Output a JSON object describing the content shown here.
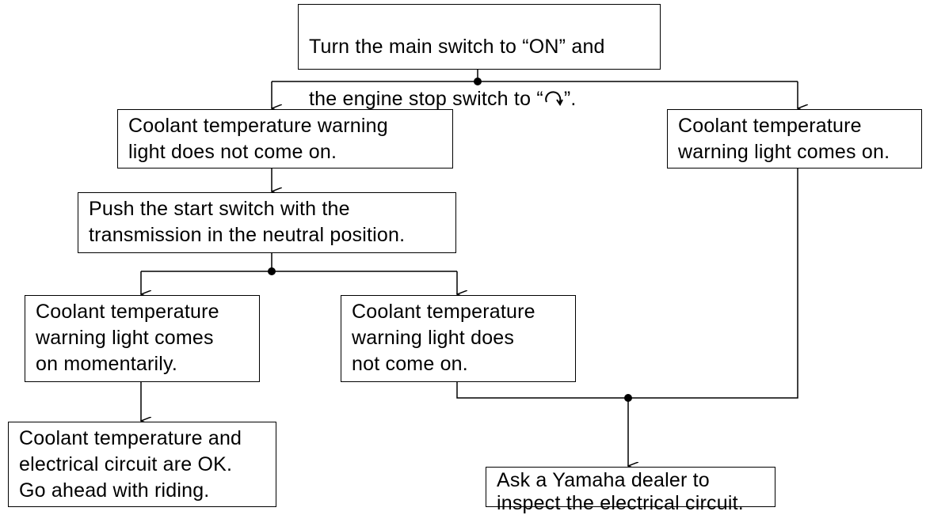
{
  "nodes": {
    "start": {
      "line1": "Turn the main switch to “ON” and",
      "line2_prefix": "the engine stop switch to “",
      "line2_suffix": "”."
    },
    "light_not_on": "Coolant temperature warning\nlight does not come on.",
    "light_on": "Coolant temperature\nwarning light comes on.",
    "push_start": "Push the start switch with the\ntransmission in the neutral position.",
    "momentary": "Coolant temperature\nwarning light comes\non momentarily.",
    "not_on_after_start": "Coolant temperature\nwarning light does\nnot come on.",
    "ok": "Coolant temperature and\nelectrical circuit are OK.\nGo ahead with riding.",
    "dealer": "Ask a Yamaha dealer to\ninspect the electrical circuit."
  },
  "icons": {
    "engine_stop_run": "engine-run-icon"
  }
}
